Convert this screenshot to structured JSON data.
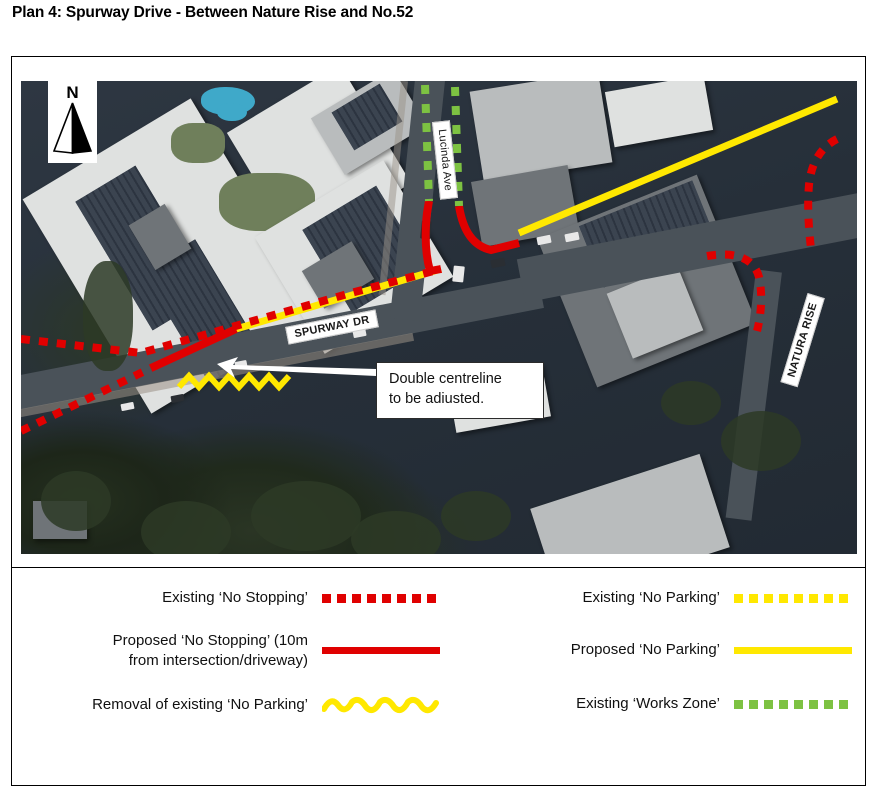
{
  "page_title": "Plan 4: Spurway Drive - Between Nature Rise and No.52",
  "map": {
    "north_arrow_letter": "N",
    "street_labels": {
      "lucinda": "Lucinda Ave",
      "spurway": "SPURWAY DR",
      "natura": "NATURA RISE"
    },
    "callout": {
      "line1": "Double centreline",
      "line2": "to be adiusted."
    }
  },
  "legend": {
    "left": [
      {
        "label": "Existing ‘No Stopping’",
        "style": "dashed",
        "color": "#E00000"
      },
      {
        "label": "Proposed ‘No Stopping’ (10m\nfrom intersection/driveway)",
        "style": "solid",
        "color": "#E00000"
      },
      {
        "label": "Removal of existing ‘No Parking’",
        "style": "zigzag",
        "color": "#FFE800"
      }
    ],
    "right": [
      {
        "label": "Existing ‘No Parking’",
        "style": "dashed",
        "color": "#FFE800"
      },
      {
        "label": "Proposed ‘No Parking’",
        "style": "solid",
        "color": "#FFE800"
      },
      {
        "label": "Existing ‘Works Zone’",
        "style": "dashed",
        "color": "#7DC242"
      }
    ]
  },
  "colors": {
    "no_stopping": "#E00000",
    "no_parking": "#FFE800",
    "works_zone": "#7DC242",
    "frame": "#000000"
  }
}
